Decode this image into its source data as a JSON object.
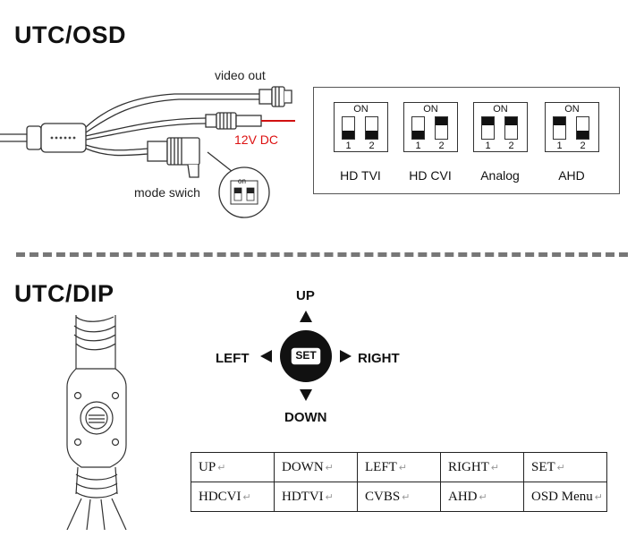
{
  "utc_osd": {
    "title": "UTC/OSD",
    "labels": {
      "video_out": "video out",
      "power": "12V DC",
      "mode_switch": "mode swich"
    },
    "mini_switch_on": "on",
    "dip_panel": [
      {
        "mode": "HD TVI",
        "on_label": "ON",
        "switch1": "down",
        "switch2": "down",
        "num1": "1",
        "num2": "2"
      },
      {
        "mode": "HD CVI",
        "on_label": "ON",
        "switch1": "down",
        "switch2": "up",
        "num1": "1",
        "num2": "2"
      },
      {
        "mode": "Analog",
        "on_label": "ON",
        "switch1": "up",
        "switch2": "up",
        "num1": "1",
        "num2": "2"
      },
      {
        "mode": "AHD",
        "on_label": "ON",
        "switch1": "up",
        "switch2": "down",
        "num1": "1",
        "num2": "2"
      }
    ]
  },
  "utc_dip": {
    "title": "UTC/DIP",
    "joystick": {
      "up": "UP",
      "down": "DOWN",
      "left": "LEFT",
      "right": "RIGHT",
      "set": "SET"
    },
    "table": [
      [
        "UP",
        "DOWN",
        "LEFT",
        "RIGHT",
        "SET"
      ],
      [
        "HDCVI",
        "HDTVI",
        "CVBS",
        "AHD",
        "OSD Menu"
      ]
    ]
  },
  "colors": {
    "power_wire": "#d11111",
    "divider": "#777777"
  }
}
